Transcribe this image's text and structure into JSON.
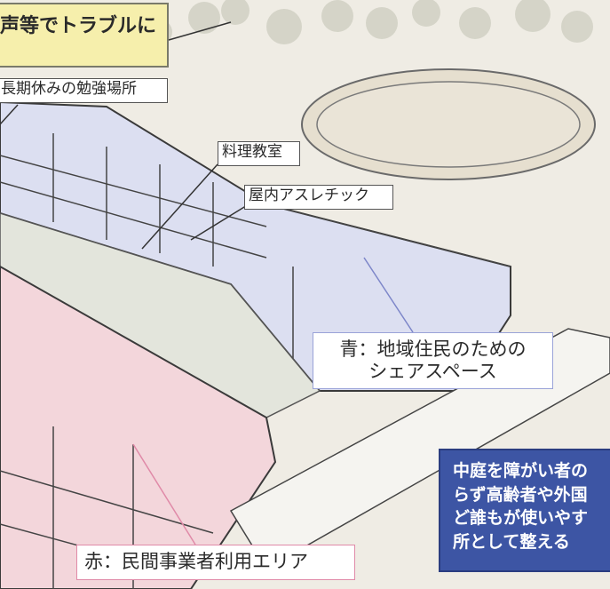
{
  "callouts": {
    "trouble": "声等でトラブルに",
    "courtyard": "中庭を障がい者の\nらず高齢者や外国\nど誰もが使いやす\n所として整える"
  },
  "labels": {
    "study": "長期休みの勉強場所",
    "cooking": "料理教室",
    "athletic": "屋内アスレチック",
    "blue_area": "青：地域住民のための\nシェアスペース",
    "red_area": "赤：民間事業者利用エリア"
  },
  "colors": {
    "blue_zone": "#d9dcf0",
    "red_zone": "#f3d7dc",
    "yellow_callout": "#f6efac",
    "blue_callout": "#3d55a4"
  }
}
